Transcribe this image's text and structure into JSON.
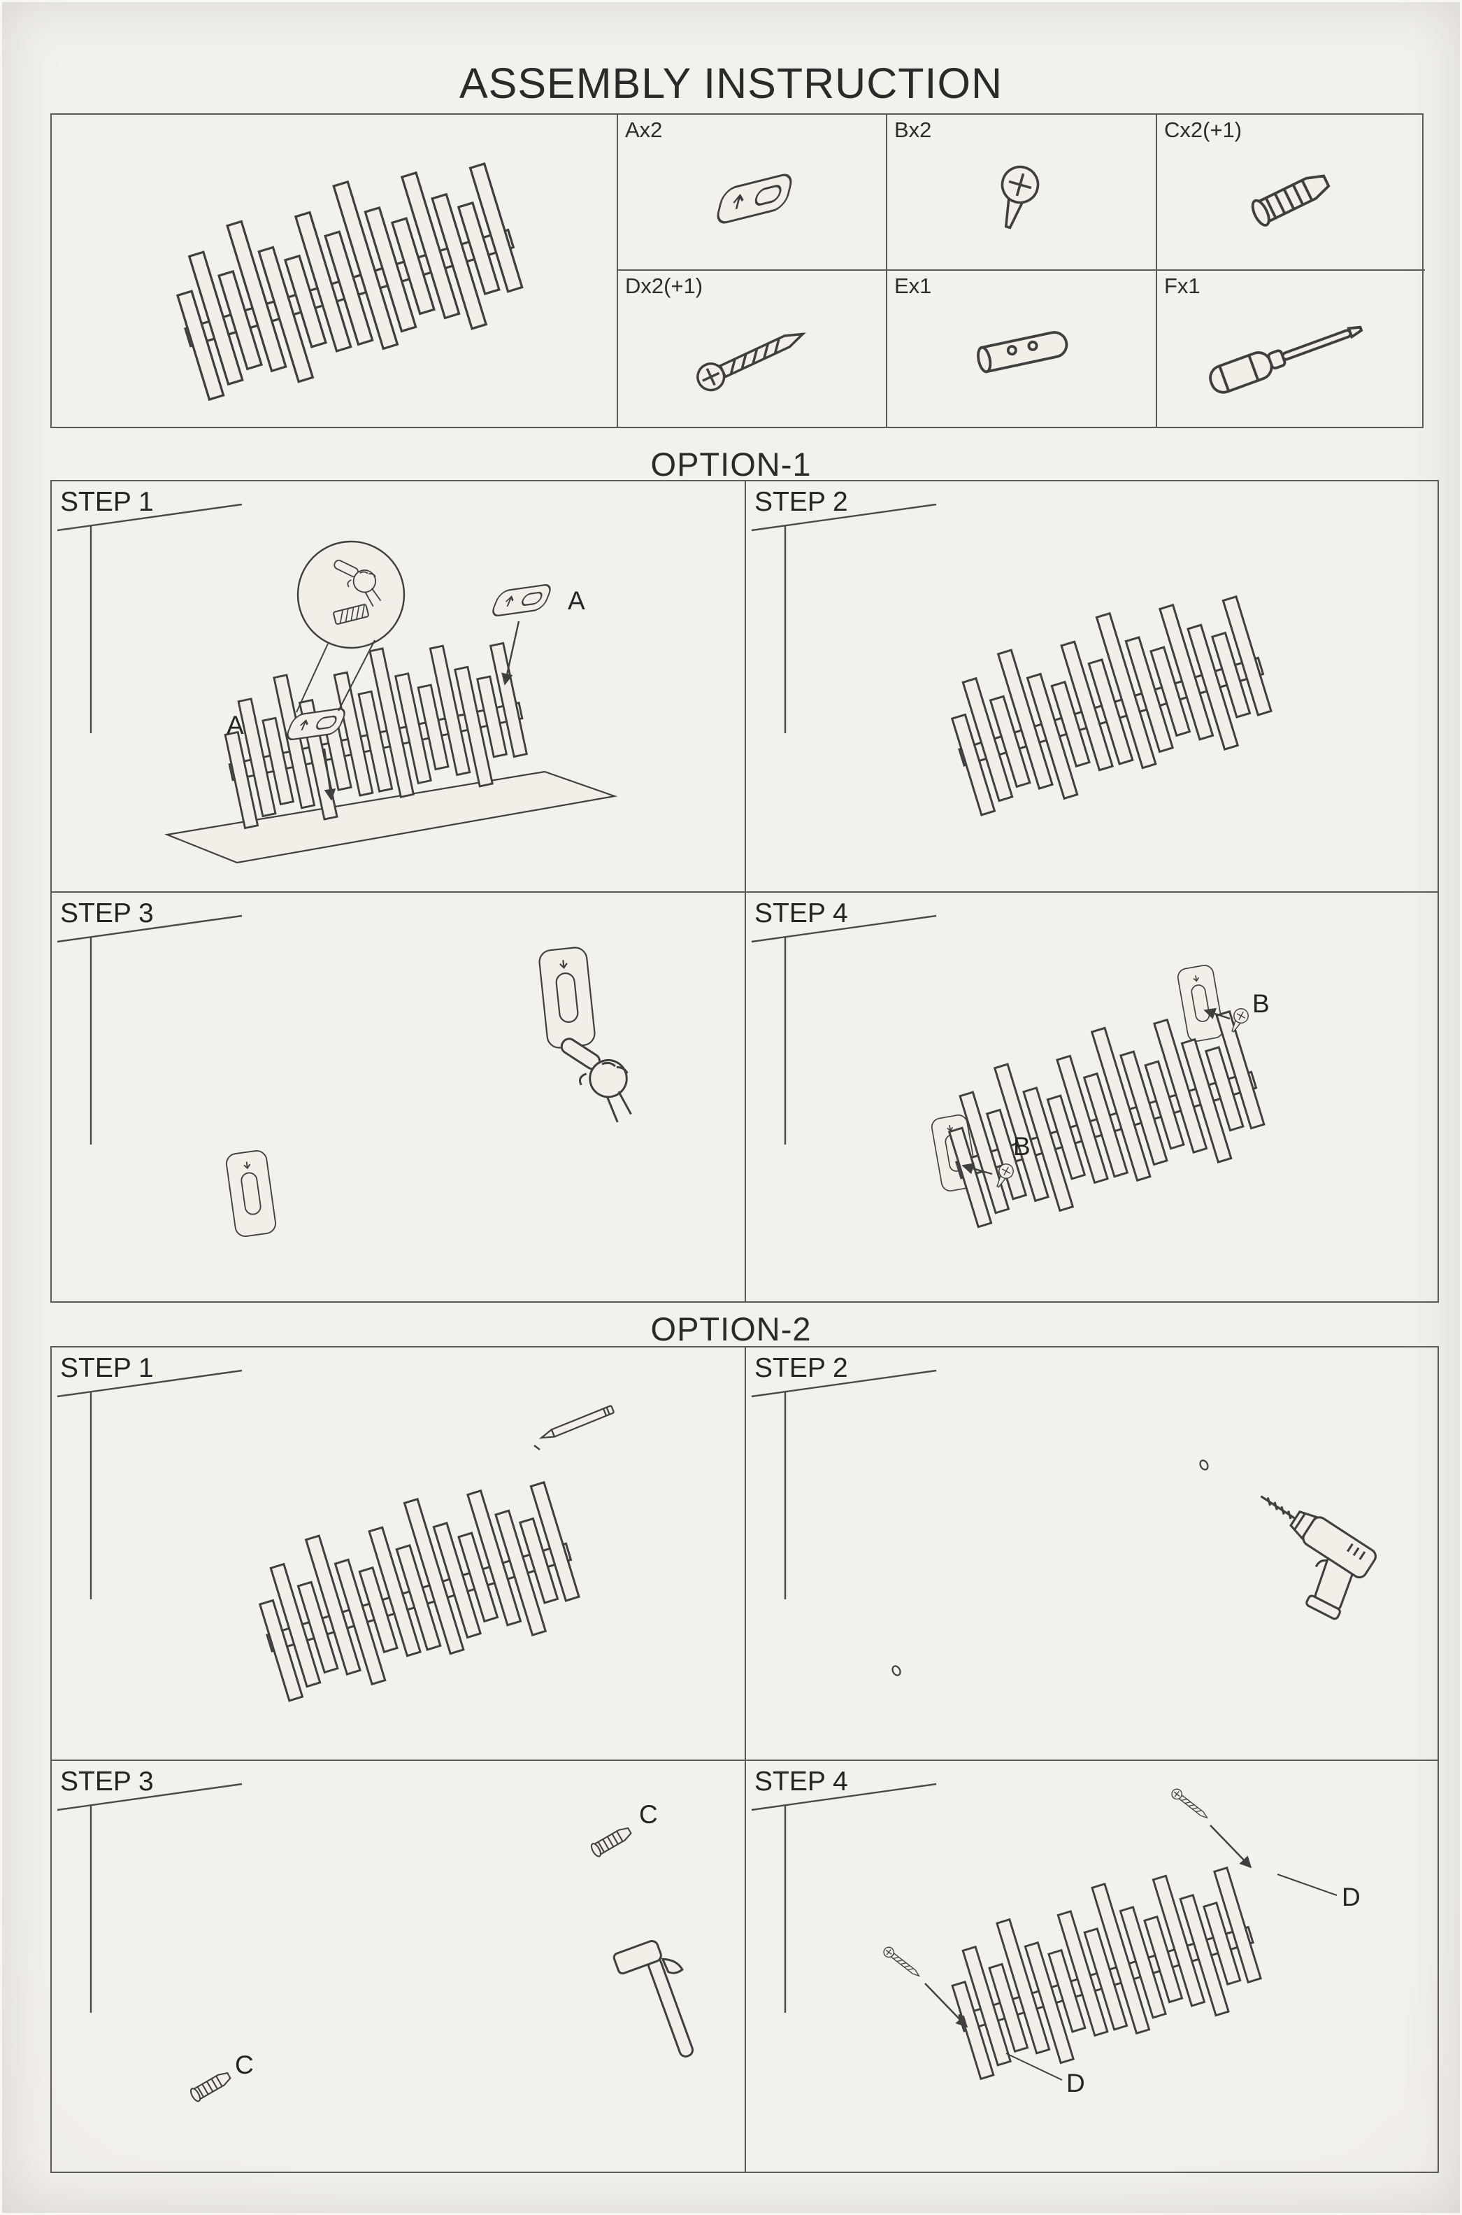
{
  "page": {
    "title": "ASSEMBLY INSTRUCTION"
  },
  "parts_box": {
    "product": "wooden-slat-wall-coat-rack",
    "parts": [
      {
        "id": "A",
        "label": "Ax2",
        "icon": "wall-mount-plate-icon"
      },
      {
        "id": "B",
        "label": "Bx2",
        "icon": "flat-head-screw-icon"
      },
      {
        "id": "C",
        "label": "Cx2(+1)",
        "icon": "wall-anchor-icon"
      },
      {
        "id": "D",
        "label": "Dx2(+1)",
        "icon": "long-wood-screw-icon"
      },
      {
        "id": "E",
        "label": "Ex1",
        "icon": "dowel-icon"
      },
      {
        "id": "F",
        "label": "Fx1",
        "icon": "screwdriver-icon"
      }
    ]
  },
  "option1": {
    "title": "OPTION-1",
    "steps": [
      {
        "label": "STEP 1",
        "callouts": [
          "A",
          "A"
        ]
      },
      {
        "label": "STEP 2",
        "callouts": []
      },
      {
        "label": "STEP 3",
        "callouts": []
      },
      {
        "label": "STEP 4",
        "callouts": [
          "B",
          "B"
        ]
      }
    ]
  },
  "option2": {
    "title": "OPTION-2",
    "steps": [
      {
        "label": "STEP 1",
        "callouts": []
      },
      {
        "label": "STEP 2",
        "callouts": []
      },
      {
        "label": "STEP 3",
        "callouts": [
          "C",
          "C"
        ]
      },
      {
        "label": "STEP 4",
        "callouts": [
          "D",
          "D"
        ]
      }
    ]
  },
  "colors": {
    "ink": "#3f3f3f",
    "paper": "#f2efe9",
    "line": "#5a5a5a"
  }
}
